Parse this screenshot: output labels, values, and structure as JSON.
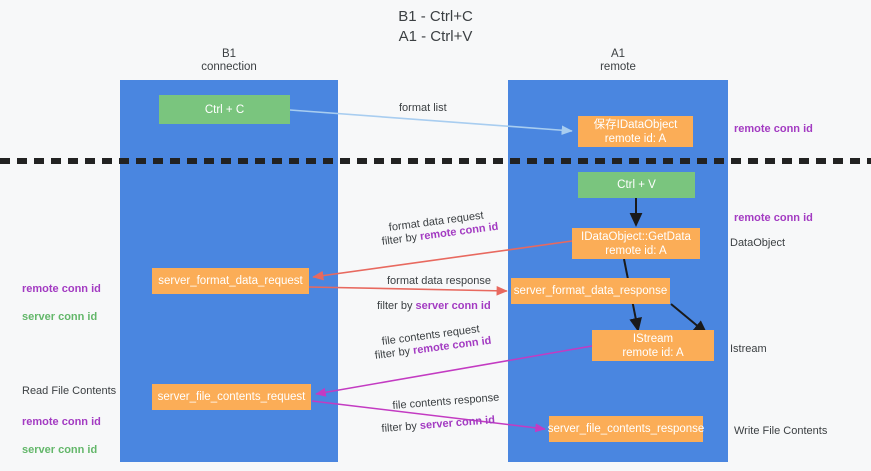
{
  "title": "B1 - Ctrl+C\nA1 - Ctrl+V",
  "columns": {
    "left": {
      "header": "B1\nconnection",
      "color": "#4a86e0"
    },
    "right": {
      "header": "A1\nremote",
      "color": "#4a86e0"
    }
  },
  "colors": {
    "background": "#f7f8f9",
    "lane": "#4a86e0",
    "green_node": "#7ac57e",
    "orange_node": "#fbad57",
    "purple_text": "#a33bc2",
    "green_text": "#63b76a",
    "red_arrow": "#e8695f",
    "magenta_arrow": "#c33bc2",
    "blue_arrow": "#a8cdf0",
    "black_arrow": "#1a1a1a",
    "divider": "#222222"
  },
  "nodes": {
    "ctrl_c": "Ctrl + C",
    "save_idataobject": "保存IDataObject\nremote id: A",
    "ctrl_v": "Ctrl + V",
    "idataobject_getdata": "IDataObject::GetData\nremote id: A",
    "server_format_data_request": "server_format_data_request",
    "server_format_data_response": "server_format_data_response",
    "istream": "IStream\nremote id: A",
    "server_file_contents_request": "server_file_contents_request",
    "server_file_contents_response": "server_file_contents_response"
  },
  "side_labels": {
    "right_remote_conn_id_top": "remote conn id",
    "right_remote_conn_id_middle": "remote conn id",
    "right_dataobject": "DataObject",
    "right_istream": "Istream",
    "right_write_file_contents": "Write File Contents",
    "left_remote_conn_id": "remote conn id",
    "left_server_conn_id": "server conn id",
    "left_read_file_contents": "Read File Contents",
    "left_remote_conn_id_2": "remote conn id",
    "left_server_conn_id_2": "server conn id"
  },
  "edge_labels": {
    "format_list": "format list",
    "format_data_request": "format data request",
    "filter_by": "filter by ",
    "remote_conn_id": "remote conn id",
    "format_data_response": "format data response",
    "server_conn_id": "server conn id",
    "file_contents_request": "file contents request",
    "file_contents_response": "file contents response"
  }
}
